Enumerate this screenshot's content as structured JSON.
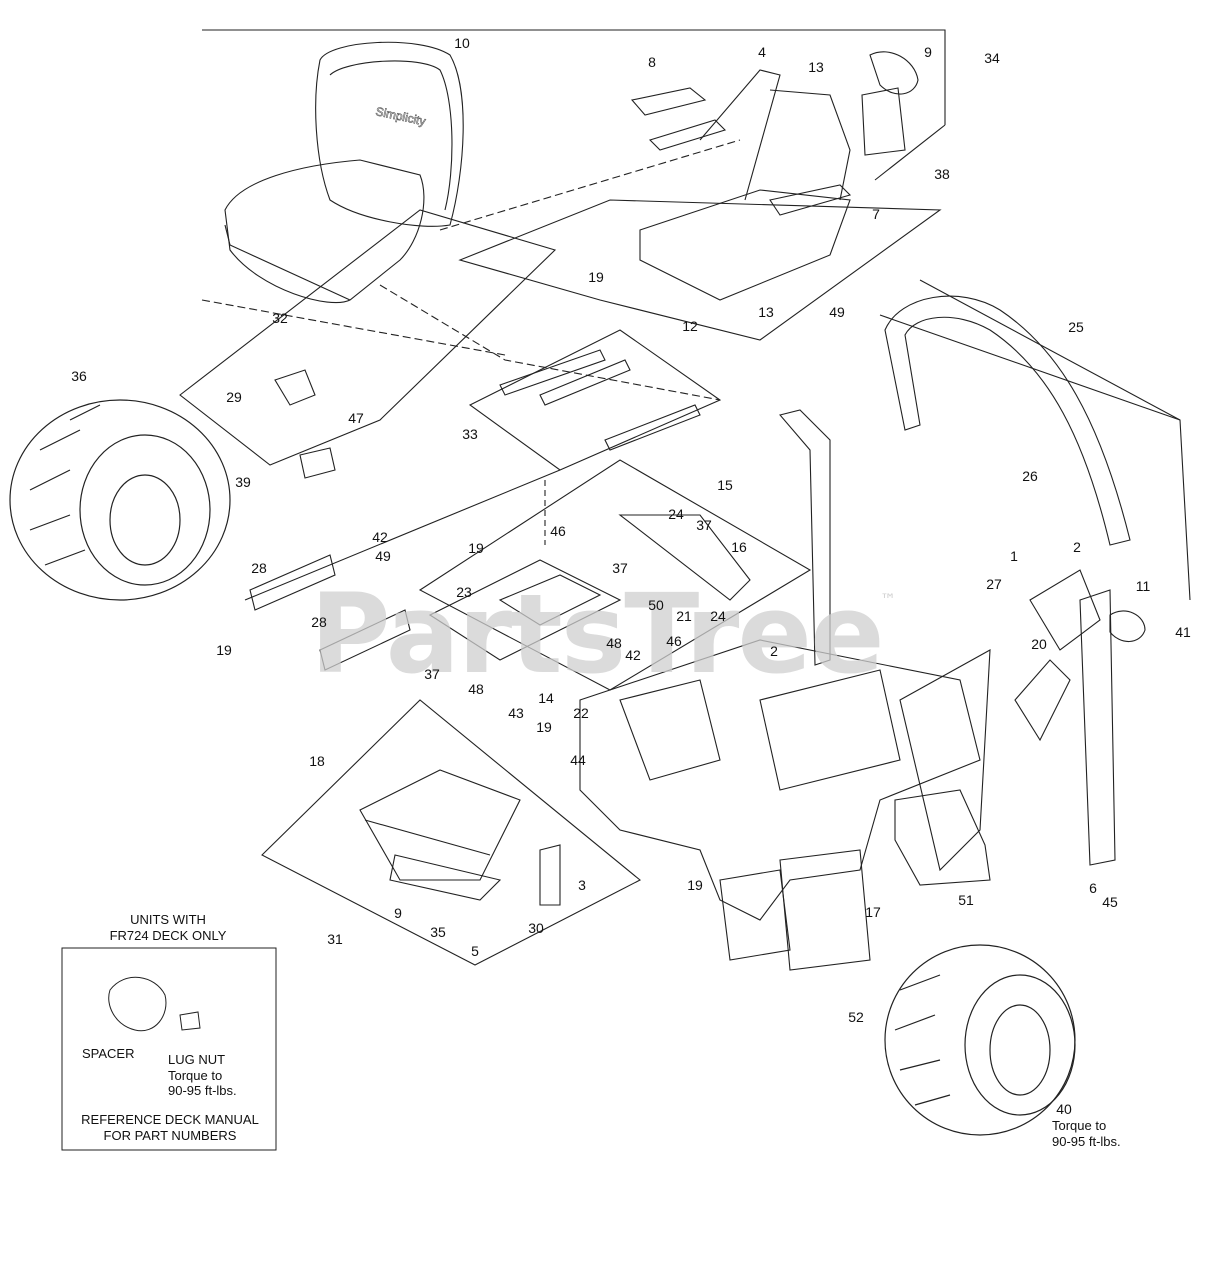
{
  "watermark": {
    "text": "PartsTree",
    "trademark": "™"
  },
  "callouts": {
    "n1": "1",
    "n2": "2",
    "n3": "3",
    "n4": "4",
    "n5": "5",
    "n6": "6",
    "n7": "7",
    "n8": "8",
    "n9": "9",
    "n10": "10",
    "n11": "11",
    "n12": "12",
    "n13": "13",
    "n14": "14",
    "n15": "15",
    "n16": "16",
    "n17": "17",
    "n18": "18",
    "n19": "19",
    "n20": "20",
    "n21": "21",
    "n22": "22",
    "n23": "23",
    "n24": "24",
    "n25": "25",
    "n26": "26",
    "n27": "27",
    "n28": "28",
    "n29": "29",
    "n30": "30",
    "n31": "31",
    "n32": "32",
    "n33": "33",
    "n34": "34",
    "n35": "35",
    "n36": "36",
    "n37": "37",
    "n38": "38",
    "n39": "39",
    "n40": "40",
    "n41": "41",
    "n42": "42",
    "n43": "43",
    "n44": "44",
    "n45": "45",
    "n46": "46",
    "n47": "47",
    "n48": "48",
    "n49": "49",
    "n50": "50",
    "n51": "51",
    "n52": "52"
  },
  "torque_note": {
    "line1": "Torque to",
    "line2": "90-95 ft-lbs."
  },
  "inset": {
    "header_line1": "UNITS WITH",
    "header_line2": "FR724 DECK ONLY",
    "spacer_label": "SPACER",
    "lug_label": "LUG NUT",
    "lug_torque1": "Torque to",
    "lug_torque2": "90-95 ft-lbs.",
    "ref_line1": "REFERENCE DECK MANUAL",
    "ref_line2": "FOR PART NUMBERS"
  }
}
